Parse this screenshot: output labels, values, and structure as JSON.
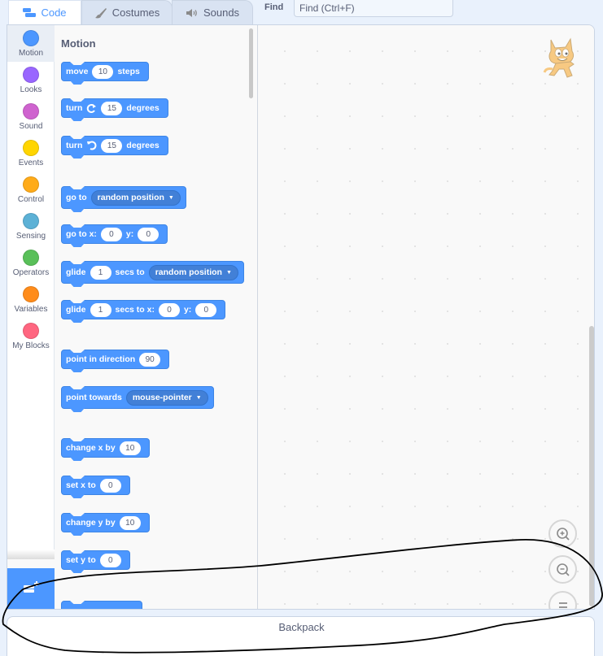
{
  "tabs": [
    {
      "label": "Code",
      "icon": "code-icon",
      "active": true
    },
    {
      "label": "Costumes",
      "icon": "brush-icon",
      "active": false
    },
    {
      "label": "Sounds",
      "icon": "speaker-icon",
      "active": false
    }
  ],
  "find": {
    "label": "Find",
    "placeholder": "Find (Ctrl+F)"
  },
  "categories": [
    {
      "label": "Motion",
      "color": "#4c97ff",
      "active": true
    },
    {
      "label": "Looks",
      "color": "#9966ff"
    },
    {
      "label": "Sound",
      "color": "#cf63cf"
    },
    {
      "label": "Events",
      "color": "#ffd500"
    },
    {
      "label": "Control",
      "color": "#ffab19"
    },
    {
      "label": "Sensing",
      "color": "#5cb1d6"
    },
    {
      "label": "Operators",
      "color": "#59c059"
    },
    {
      "label": "Variables",
      "color": "#ff8c1a"
    },
    {
      "label": "My Blocks",
      "color": "#ff6680"
    }
  ],
  "flyout": {
    "title": "Motion",
    "blocks": [
      {
        "id": "move",
        "parts": [
          "move",
          "10",
          "steps"
        ]
      },
      {
        "id": "turn-right",
        "parts": [
          "turn",
          "15",
          "degrees"
        ]
      },
      {
        "id": "turn-left",
        "parts": [
          "turn",
          "15",
          "degrees"
        ]
      },
      {
        "id": "go-to",
        "parts": [
          "go to",
          "random position"
        ]
      },
      {
        "id": "go-to-xy",
        "parts": [
          "go to x:",
          "0",
          "y:",
          "0"
        ]
      },
      {
        "id": "glide-to",
        "parts": [
          "glide",
          "1",
          "secs to",
          "random position"
        ]
      },
      {
        "id": "glide-to-xy",
        "parts": [
          "glide",
          "1",
          "secs to x:",
          "0",
          "y:",
          "0"
        ]
      },
      {
        "id": "point-in-direction",
        "parts": [
          "point in direction",
          "90"
        ]
      },
      {
        "id": "point-towards",
        "parts": [
          "point towards",
          "mouse-pointer"
        ]
      },
      {
        "id": "change-x",
        "parts": [
          "change x by",
          "10"
        ]
      },
      {
        "id": "set-x",
        "parts": [
          "set x to",
          "0"
        ]
      },
      {
        "id": "change-y",
        "parts": [
          "change y by",
          "10"
        ]
      },
      {
        "id": "set-y",
        "parts": [
          "set y to",
          "0"
        ]
      }
    ]
  },
  "workspace": {
    "zoom_controls": [
      "zoom-in",
      "zoom-out",
      "zoom-reset"
    ]
  },
  "backpack": {
    "label": "Backpack"
  },
  "colors": {
    "accent": "#4c97ff",
    "text": "#575e75",
    "tab_bar": "#e9f1fc"
  }
}
